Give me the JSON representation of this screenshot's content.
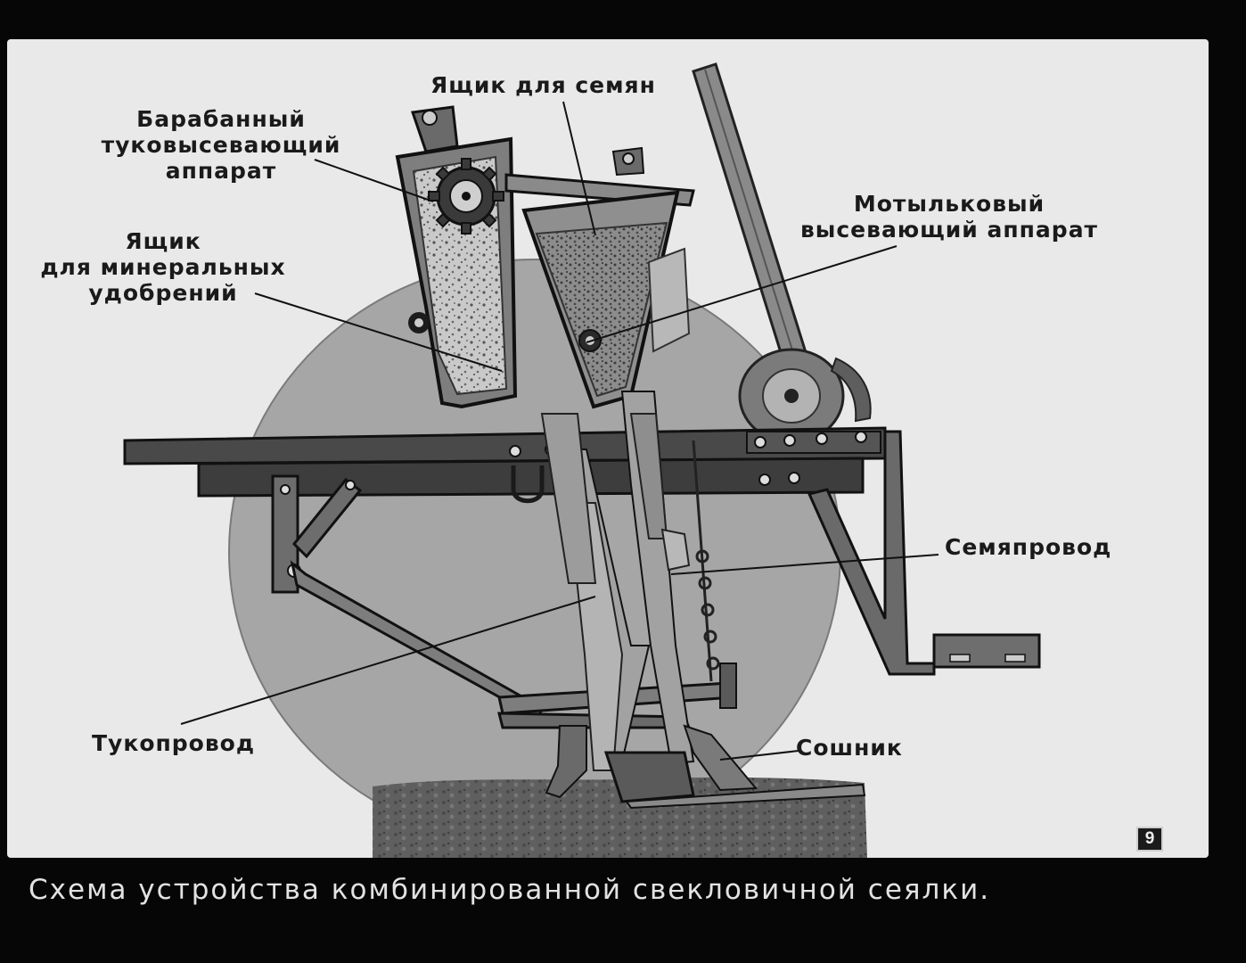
{
  "labels": {
    "seed_box": "Ящик для семян",
    "drum_apparatus": [
      "Барабанный",
      "туковысевающий",
      "аппарат"
    ],
    "fertilizer_box": [
      "Ящик",
      "для минеральных",
      "удобрений"
    ],
    "crank_apparatus": [
      "Мотыльковый",
      "высевающий аппарат"
    ],
    "seed_tube": "Семяпровод",
    "fertilizer_tube": "Тукопровод",
    "coulter": "Сошник"
  },
  "slide_number": "9",
  "caption": "Схема устройства комбинированной свекловичной сеялки.",
  "colors": {
    "background": "#e9e9e9",
    "wheel": "#a6a6a6",
    "metal_dark": "#4a4a4a",
    "soil": "#5c5c5c"
  }
}
